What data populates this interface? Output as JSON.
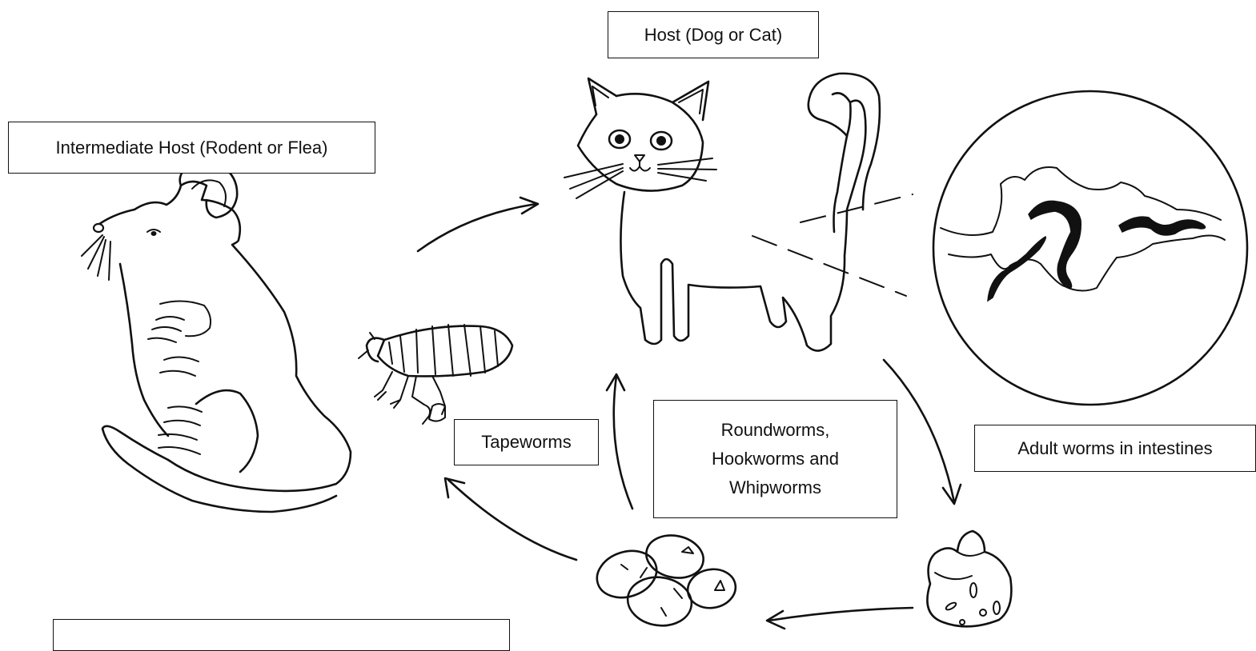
{
  "labels": {
    "host": "Host (Dog or Cat)",
    "intermediate_host": "Intermediate Host (Rodent or Flea)",
    "tapeworms": "Tapeworms",
    "roundworms_lines": [
      "Roundworms,",
      "Hookworms and",
      "Whipworms"
    ],
    "adult_worms": "Adult worms in intestines",
    "bottom_box": ""
  }
}
